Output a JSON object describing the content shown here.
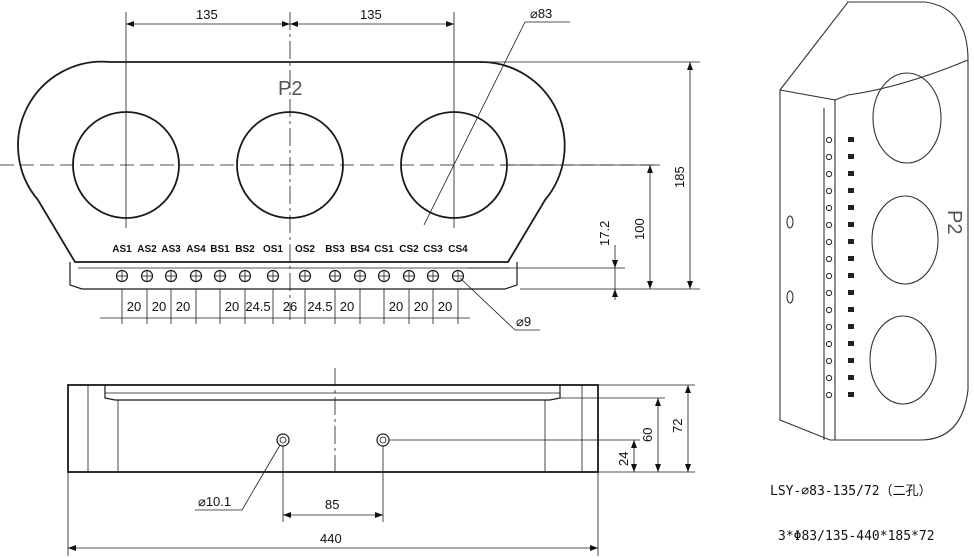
{
  "top_view": {
    "dim_pitch_left": "135",
    "dim_pitch_right": "135",
    "dim_hole_dia": "⌀83",
    "label_part": "P2",
    "dim_height": "185",
    "dim_terminal_height": "100",
    "dim_base_offset": "17.2",
    "dim_terminal_dia": "⌀9",
    "terminal_labels": [
      "AS1",
      "AS2",
      "AS3",
      "AS4",
      "BS1",
      "BS2",
      "OS1",
      "OS2",
      "BS3",
      "BS4",
      "CS1",
      "CS2",
      "CS3",
      "CS4"
    ],
    "spacing_labels": [
      "20",
      "20",
      "20",
      "20",
      "24.5",
      "26",
      "24.5",
      "20",
      "20",
      "20",
      "20"
    ]
  },
  "side_view": {
    "dim_total_height": "72",
    "dim_hole_height": "60",
    "dim_hole_offset": "24",
    "dim_mount_dia": "⌀10.1",
    "dim_mount_spacing": "85",
    "dim_length": "440"
  },
  "caption": {
    "model": "LSY-⌀83-135/72（二孔）",
    "spec": "3*Φ83/135-440*185*72"
  },
  "iso_view": {
    "label": "P2"
  }
}
